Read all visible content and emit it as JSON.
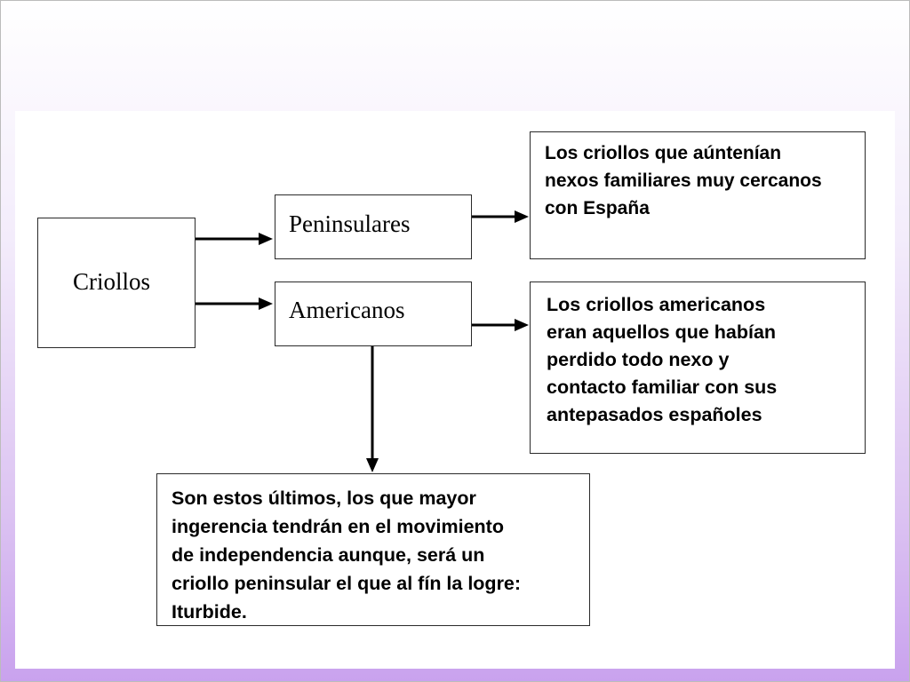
{
  "diagram": {
    "root": {
      "label": "Criollos"
    },
    "branches": [
      {
        "label": "Peninsulares",
        "description": "Los criollos que aúntenían\nnexos familiares muy cercanos\ncon España"
      },
      {
        "label": "Americanos",
        "description": "Los criollos americanos\neran aquellos que habían\nperdido todo nexo y\ncontacto familiar con sus\nantepasados españoles"
      }
    ],
    "conclusion": {
      "text": "Son estos últimos, los que mayor\ningerencia tendrán en el movimiento\nde independencia aunque, será un\ncriollo peninsular el que al fín la logre:\nIturbide."
    },
    "colors": {
      "background_top": "#ffffff",
      "background_bottom": "#c9a2ee",
      "box_border": "#2a2a2a",
      "arrow": "#000000"
    }
  }
}
